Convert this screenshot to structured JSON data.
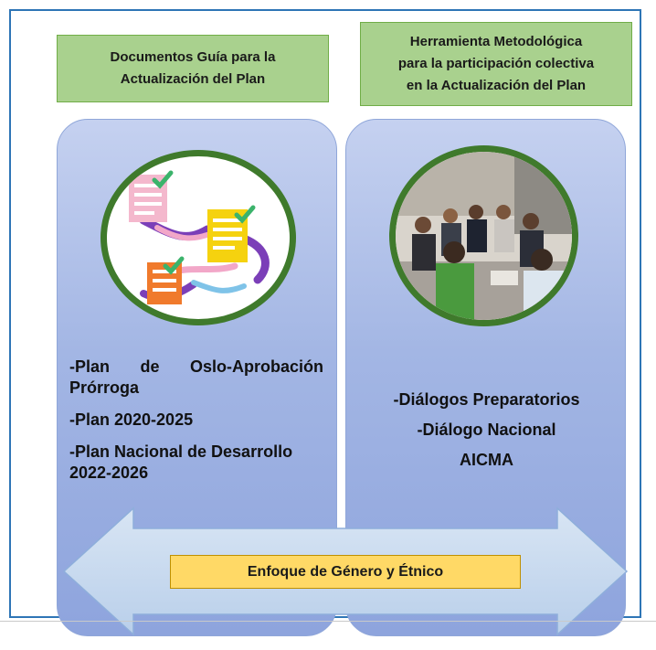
{
  "header": {
    "left_box": "Documentos Guía para la\nActualización del Plan",
    "right_box": "Herramienta Metodológica\npara la participación colectiva\nen la Actualización del Plan"
  },
  "left_panel": {
    "icon": "checklist-documents-illustration",
    "items": [
      "-Plan de Oslo-Aprobación Prórroga",
      "-Plan 2020-2025",
      "-Plan Nacional de Desarrollo 2022-2026"
    ]
  },
  "right_panel": {
    "image": "meeting-photo",
    "items": [
      "-Diálogos Preparatorios",
      "-Diálogo Nacional",
      "AICMA"
    ]
  },
  "arrow": {
    "label": "Enfoque de Género y Étnico"
  },
  "colors": {
    "frame": "#2e75b6",
    "green_box": "#a9d18e",
    "panel": "#a3b6e4",
    "circle_border": "#3f7a2c",
    "arrow": "#c5d7ee",
    "label_box": "#ffd966"
  }
}
